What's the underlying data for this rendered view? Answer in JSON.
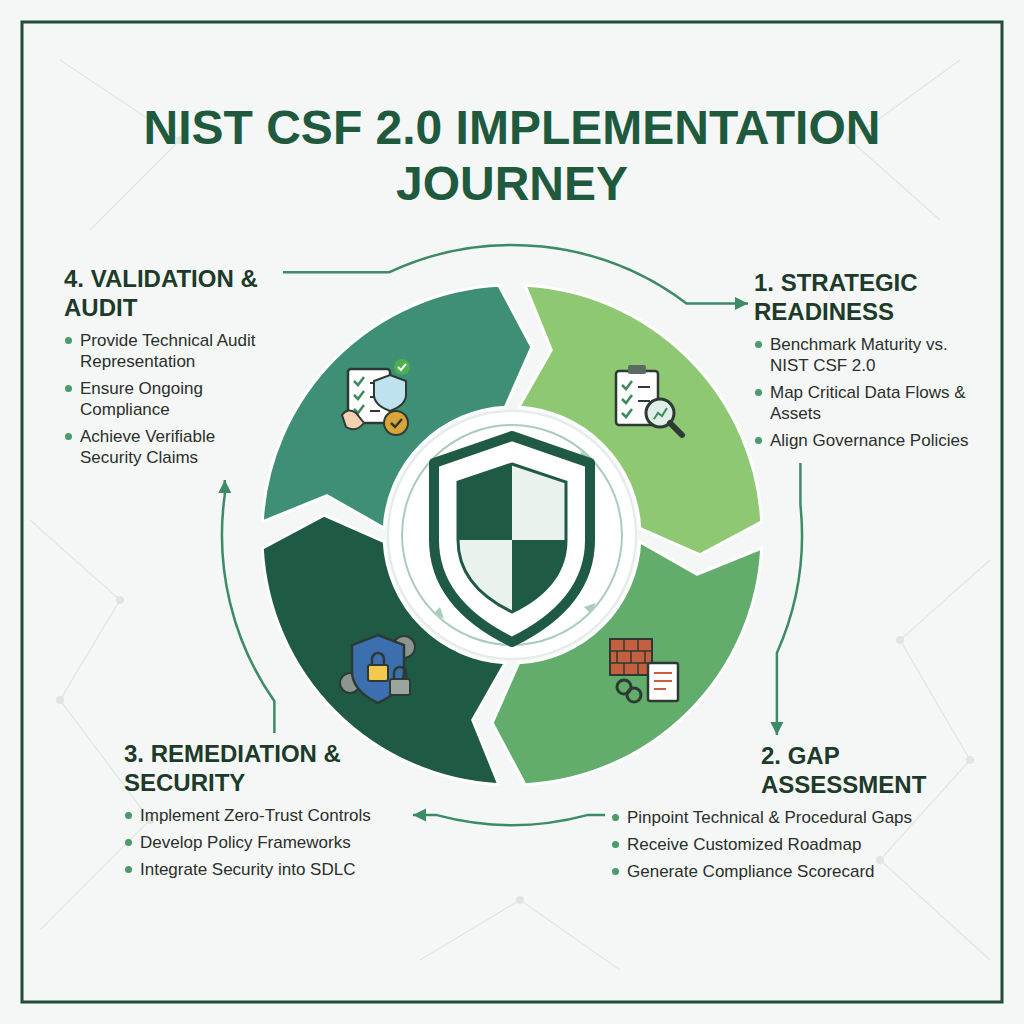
{
  "diagram": {
    "title": "NIST CSF 2.0 IMPLEMENTATION JOURNEY",
    "nodes": [
      {
        "text": [
          "1. STRATEGIC READINESS",
          "Benchmark Maturity vs. NIST CSF 2.0",
          "Map Critical Data Flows & Assets",
          "Align Governance Policies"
        ]
      },
      {
        "text": [
          "2. GAP ASSESSMENT",
          "Pinpoint Technical & Procedural Gaps",
          "Receive Customized Roadmap",
          "Generate Compliance Scorecard"
        ]
      },
      {
        "text": [
          "3. REMEDIATION & SECURITY",
          "Implement Zero-Trust Controls",
          "Develop Policy Frameworks",
          "Integrate Security into SDLC"
        ]
      },
      {
        "text": [
          "4. VALIDATION & AUDIT",
          "Provide Technical Audit Representation",
          "Ensure Ongoing Compliance",
          "Achieve Verifiable Security Claims"
        ]
      }
    ],
    "edges": [
      {
        "from": 0,
        "to": 1,
        "arrow": "to"
      },
      {
        "from": 1,
        "to": 2,
        "arrow": "to"
      },
      {
        "from": 2,
        "to": 3,
        "arrow": "to"
      },
      {
        "from": 3,
        "to": 0,
        "arrow": "to"
      }
    ]
  }
}
